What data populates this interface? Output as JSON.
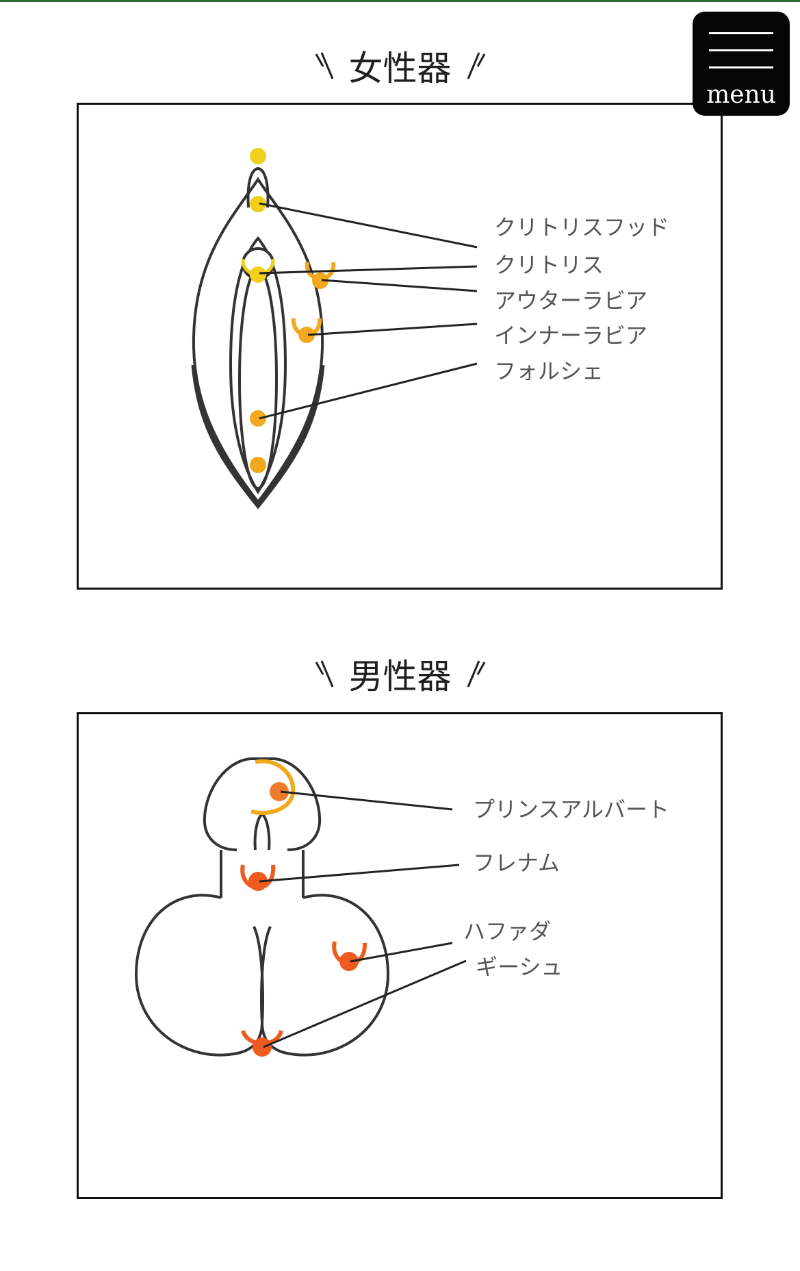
{
  "menu": {
    "label": "menu"
  },
  "female": {
    "title": "女性器",
    "labels": [
      "クリトリスフッド",
      "クリトリス",
      "アウターラビア",
      "インナーラビア",
      "フォルシェ"
    ]
  },
  "male": {
    "title": "男性器",
    "labels": [
      "プリンスアルバート",
      "フレナム",
      "ハファダ",
      "ギーシュ"
    ]
  },
  "colors": {
    "outline": "#333333",
    "leader": "#222222",
    "yellow": "#f2cf1d",
    "amber": "#f2a91e",
    "orange": "#ef5a1e",
    "menu_bg": "#050505",
    "top_bar": "#2f6a2f"
  },
  "icons": {
    "menu": "hamburger-icon",
    "title_deco": "sparkle-slash-icon"
  }
}
